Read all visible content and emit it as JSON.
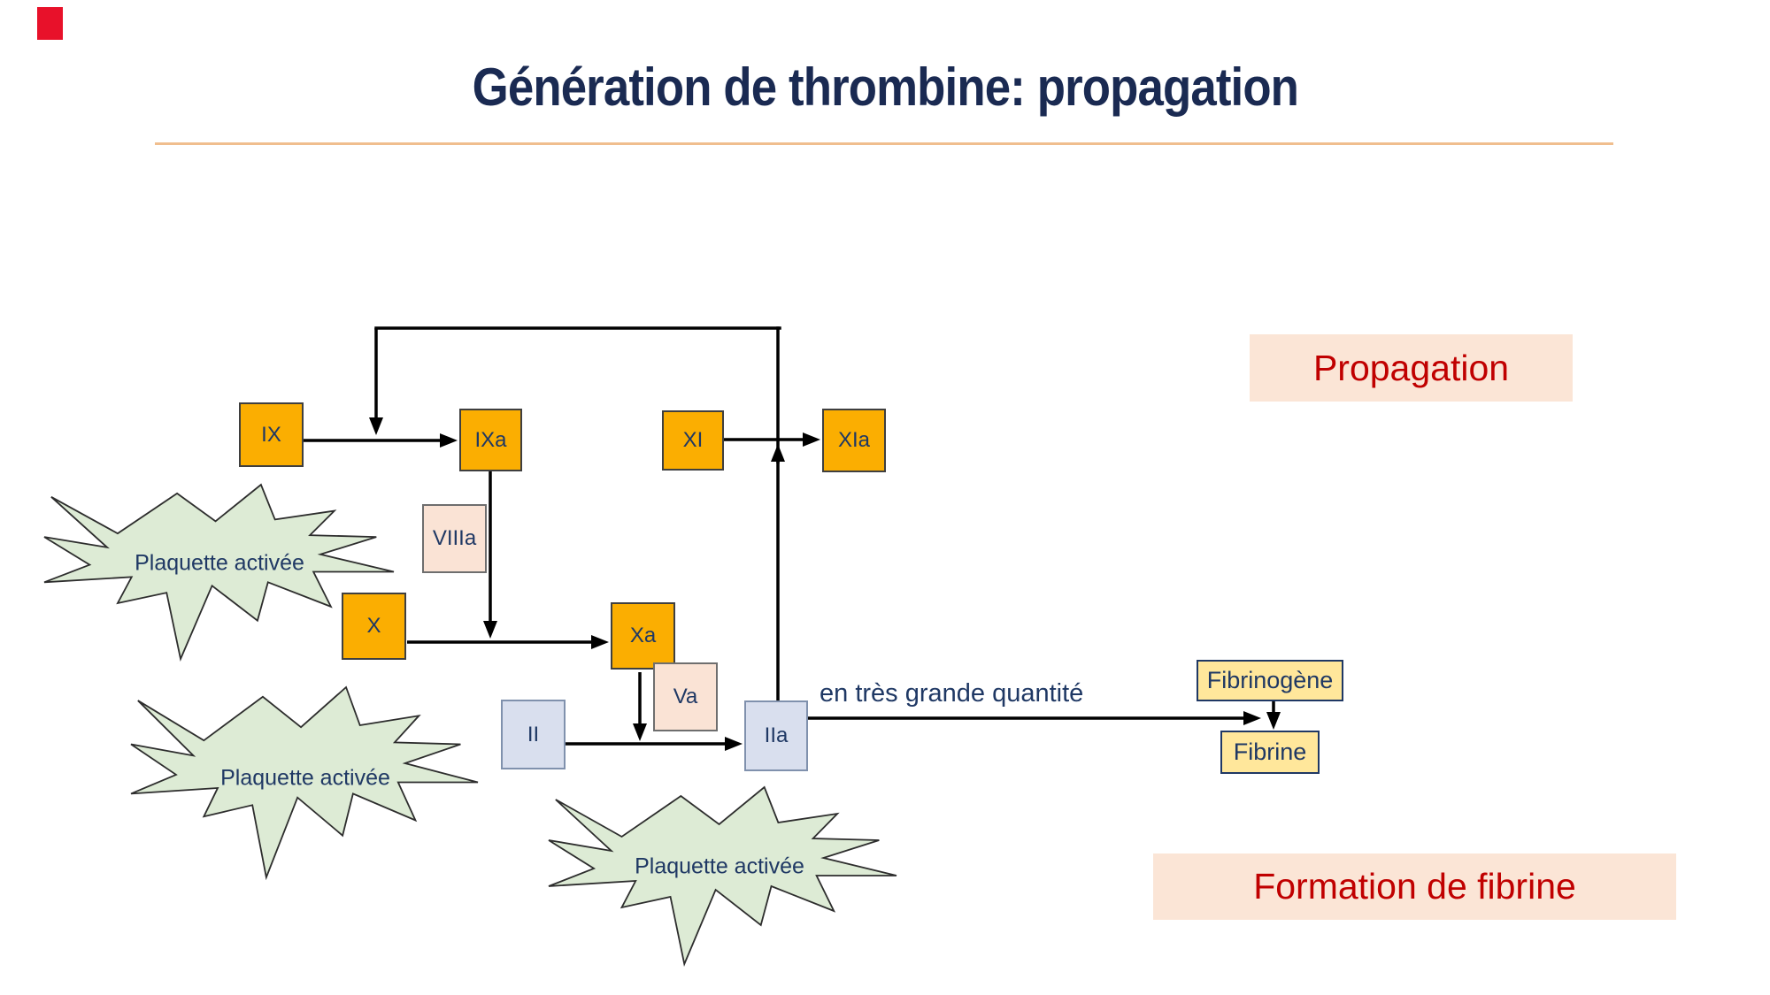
{
  "title": "Génération de thrombine: propagation",
  "corner_flag": {
    "color": "#e8112a"
  },
  "banners": {
    "propagation": "Propagation",
    "formation_de_fibrine": "Formation de fibrine",
    "background": "#fbe5d6",
    "text_color": "#c00000"
  },
  "nodes": [
    {
      "id": "IX",
      "label": "IX",
      "kind": "factor-active"
    },
    {
      "id": "IXa",
      "label": "IXa",
      "kind": "factor-active"
    },
    {
      "id": "XI",
      "label": "XI",
      "kind": "factor-active"
    },
    {
      "id": "XIa",
      "label": "XIa",
      "kind": "factor-active"
    },
    {
      "id": "VIIIa",
      "label": "VIIIa",
      "kind": "cofactor"
    },
    {
      "id": "X",
      "label": "X",
      "kind": "factor-active"
    },
    {
      "id": "Xa",
      "label": "Xa",
      "kind": "factor-active"
    },
    {
      "id": "Va",
      "label": "Va",
      "kind": "cofactor"
    },
    {
      "id": "II",
      "label": "II",
      "kind": "prothrombin"
    },
    {
      "id": "IIa",
      "label": "IIa",
      "kind": "prothrombin"
    },
    {
      "id": "Fibrinogene",
      "label": "Fibrinogène",
      "kind": "fibrin"
    },
    {
      "id": "Fibrine",
      "label": "Fibrine",
      "kind": "fibrin"
    }
  ],
  "platelets": [
    {
      "label": "Plaquette activée"
    },
    {
      "label": "Plaquette activée"
    },
    {
      "label": "Plaquette activée"
    }
  ],
  "annotations": {
    "quantity": "en très grande quantité"
  },
  "colors": {
    "factor_active": "#fbae01",
    "cofactor": "#fae3d5",
    "prothrombin": "#d9dfee",
    "fibrin_box": "#ffe79b",
    "platelet_fill": "#ddebd5",
    "diagram_text": "#1f3864",
    "title_text": "#1a2a52",
    "underline": "#f0be8e",
    "arrow": "#000000"
  }
}
